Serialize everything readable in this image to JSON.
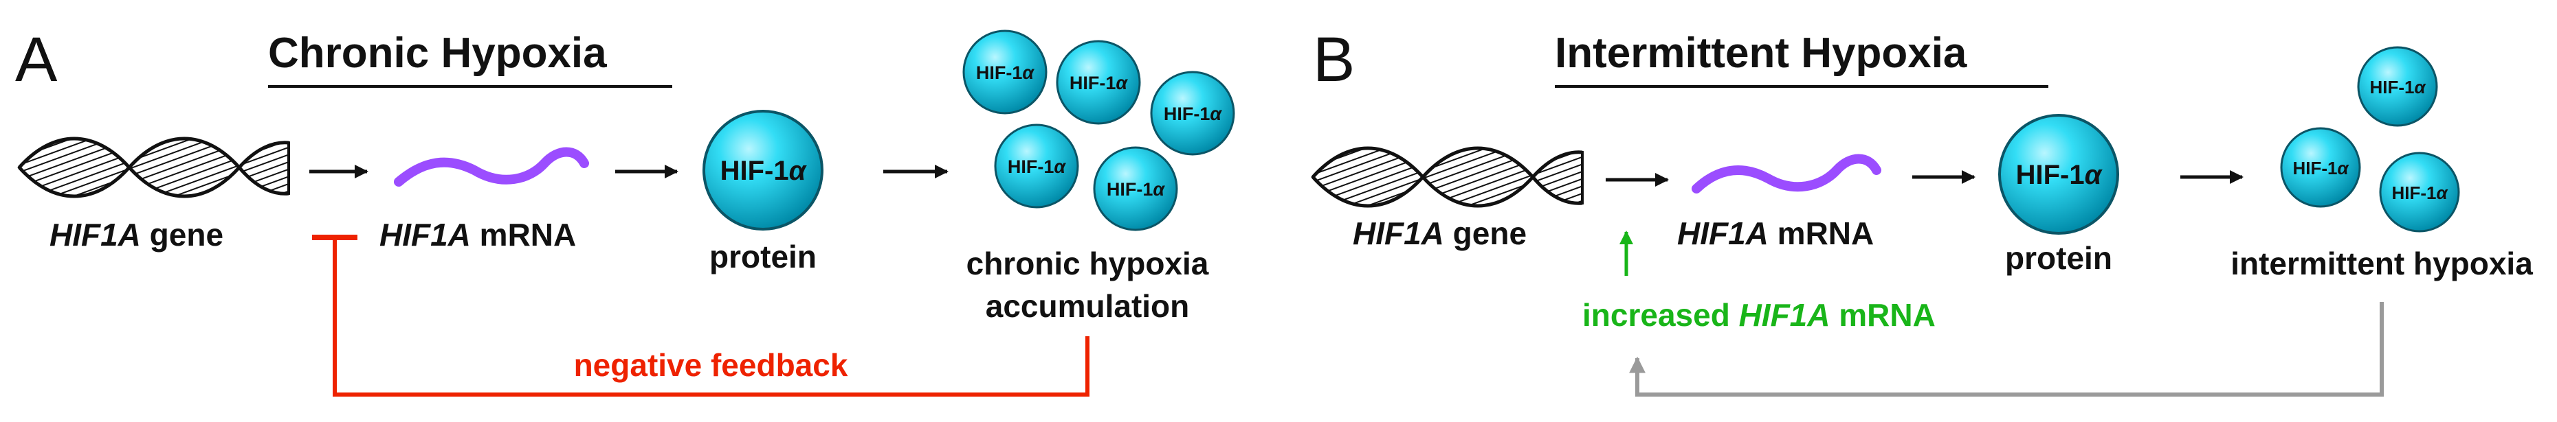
{
  "panels": {
    "a": {
      "letter": "A",
      "title": "Chronic Hypoxia",
      "gene_italic": "HIF1A",
      "gene_suffix": " gene",
      "mrna_italic": "HIF1A",
      "mrna_suffix": " mRNA",
      "protein_label": "protein",
      "accum_line1": "chronic hypoxia",
      "accum_line2": "accumulation",
      "feedback_label": "negative feedback"
    },
    "b": {
      "letter": "B",
      "title": "Intermittent Hypoxia",
      "gene_italic": "HIF1A",
      "gene_suffix": " gene",
      "mrna_italic": "HIF1A",
      "mrna_suffix": " mRNA",
      "protein_label": "protein",
      "accum_label": "intermittent hypoxia",
      "increase_prefix": "increased ",
      "increase_italic": "HIF1A",
      "increase_suffix": " mRNA"
    }
  },
  "hif_molecule": {
    "label_main": "HIF-1",
    "label_greek": "α"
  },
  "colors": {
    "protein_fill": "#00ccee",
    "mrna": "#9b4dff",
    "feedback": "#ee2200",
    "increase": "#19b519",
    "loop_arrow": "#9a9a9a",
    "text": "#111111"
  }
}
